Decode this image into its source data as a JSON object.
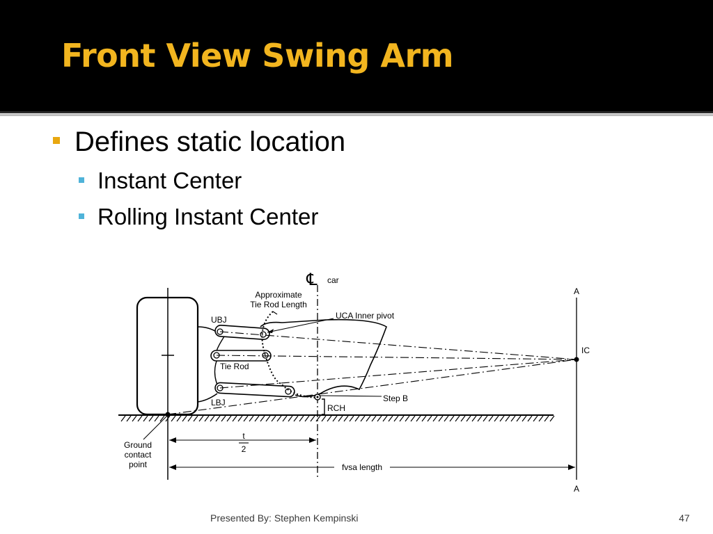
{
  "slide": {
    "title": "Front View Swing Arm",
    "bullets": [
      {
        "text": "Defines static location",
        "level": 1
      },
      {
        "text": "Instant Center",
        "level": 2
      },
      {
        "text": "Rolling Instant Center",
        "level": 2
      }
    ],
    "footer": {
      "presenter": "Presented By: Stephen Kempinski",
      "page_number": "47"
    },
    "colors": {
      "title": "#f2b51f",
      "header_background": "#000000",
      "bullet_level1": "#e8a70f",
      "bullet_level2": "#4fb3d9"
    }
  },
  "diagram": {
    "labels": {
      "centerline_symbol": "℄",
      "centerline": "car",
      "approx_tie_rod_1": "Approximate",
      "approx_tie_rod_2": "Tie Rod Length",
      "uca_inner_pivot": "UCA Inner pivot",
      "ubj": "UBJ",
      "tie_rod": "Tie Rod",
      "lbj": "LBJ",
      "step_b": "Step B",
      "rch": "RCH",
      "ic": "IC",
      "a_top": "A",
      "a_bottom": "A",
      "ground_1": "Ground",
      "ground_2": "contact",
      "ground_3": "point",
      "t": "t",
      "two": "2",
      "fvsa": "fvsa length"
    }
  }
}
